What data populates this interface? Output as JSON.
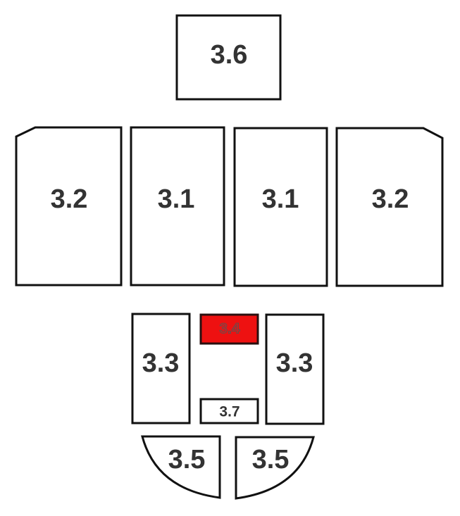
{
  "colors": {
    "highlight": "#ee1111",
    "outline": "#111111",
    "text": "#333333"
  },
  "parts": {
    "top": {
      "label": "3.6"
    },
    "back_left": {
      "label": "3.2"
    },
    "back_center_left": {
      "label": "3.1"
    },
    "back_center_right": {
      "label": "3.1"
    },
    "back_right": {
      "label": "3.2"
    },
    "side_left": {
      "label": "3.3"
    },
    "highlighted": {
      "label": "3.4"
    },
    "side_right": {
      "label": "3.3"
    },
    "bottom_center": {
      "label": "3.7"
    },
    "base_left": {
      "label": "3.5"
    },
    "base_right": {
      "label": "3.5"
    }
  }
}
